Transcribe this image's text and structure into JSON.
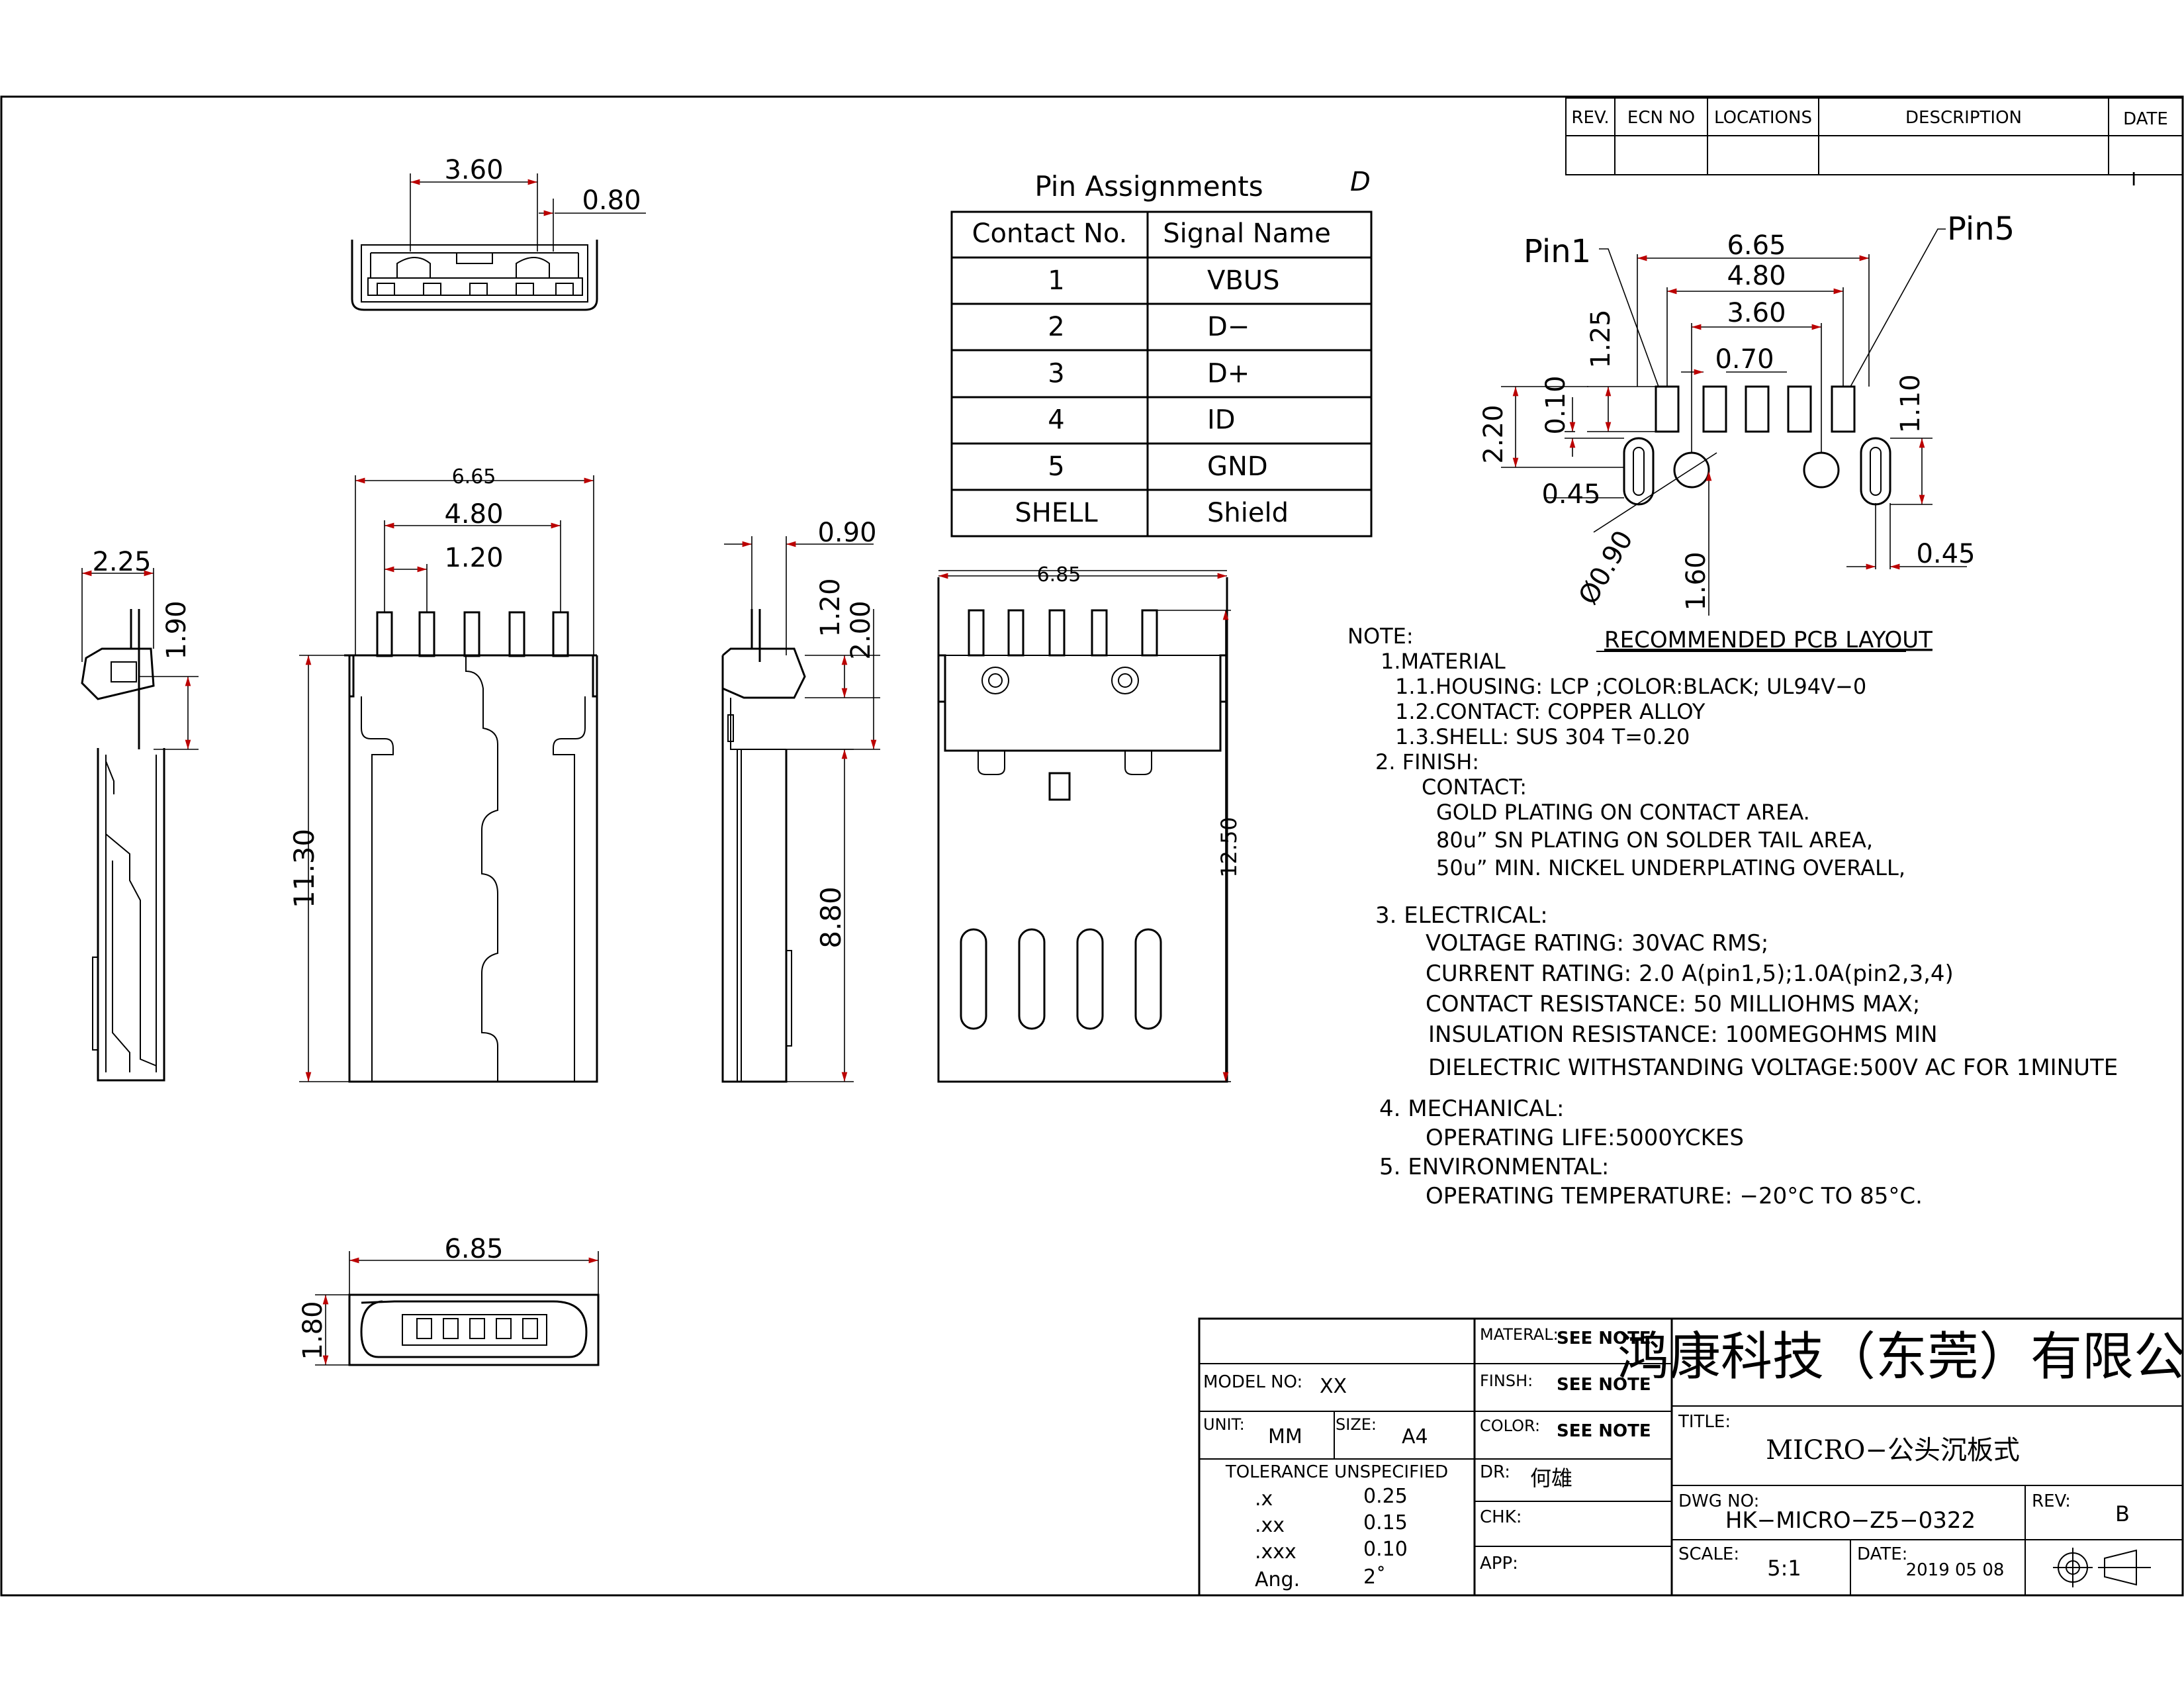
{
  "revision_block": {
    "headers": [
      "REV.",
      "ECN NO",
      "LOCATIONS",
      "DESCRIPTION",
      "DATE"
    ],
    "mark": "I"
  },
  "pin_table": {
    "title": "Pin Assignments",
    "corner_mark": "D",
    "col_contact": "Contact No.",
    "col_signal": "Signal Name",
    "rows": [
      {
        "contact": "1",
        "signal": "VBUS"
      },
      {
        "contact": "2",
        "signal": "D−"
      },
      {
        "contact": "3",
        "signal": "D+"
      },
      {
        "contact": "4",
        "signal": "ID"
      },
      {
        "contact": "5",
        "signal": "GND"
      },
      {
        "contact": "SHELL",
        "signal": "Shield"
      }
    ]
  },
  "top_view": {
    "dim_width": "3.60",
    "dim_gap": "0.80"
  },
  "side_view_left": {
    "dim_width": "2.25",
    "dim_height": "1.90"
  },
  "front_view": {
    "dim_total": "6.65",
    "dim_outer": "4.80",
    "dim_pitch": "1.20",
    "dim_height": "11.30"
  },
  "side_view_mid": {
    "dim_thick": "0.90",
    "dim_a": "1.20",
    "dim_b": "2.00",
    "dim_height": "8.80"
  },
  "back_view": {
    "dim_width": "6.85",
    "dim_height": "12.50"
  },
  "end_view": {
    "dim_width": "6.85",
    "dim_height": "1.80"
  },
  "pcb_layout": {
    "pin1": "Pin1",
    "pin5": "Pin5",
    "dims": {
      "d665": "6.65",
      "d480": "4.80",
      "d360": "3.60",
      "d070": "0.70",
      "d125": "1.25",
      "d010": "0.10",
      "d220": "2.20",
      "d110": "1.10",
      "d045a": "0.45",
      "d090": "Ø0.90",
      "d160": "1.60",
      "d045b": "0.45"
    },
    "caption": "RECOMMENDED PCB LAYOUT"
  },
  "notes": [
    "NOTE:",
    "1.MATERIAL",
    "1.1.HOUSING:  LCP  ;COLOR:BLACK;  UL94V−0",
    "1.2.CONTACT:  COPPER  ALLOY",
    "1.3.SHELL:  SUS  304  T=0.20",
    "2.  FINISH:",
    "CONTACT:",
    "GOLD  PLATING  ON  CONTACT  AREA.",
    "80u”  SN  PLATING  ON  SOLDER  TAIL  AREA,",
    "50u”  MIN.  NICKEL  UNDERPLATING  OVERALL,",
    "3.  ELECTRICAL:",
    "VOLTAGE  RATING:  30VAC  RMS;",
    "CURRENT  RATING:  2.0  A(pin1,5);1.0A(pin2,3,4)",
    "CONTACT  RESISTANCE:  50  MILLIOHMS  MAX;",
    "INSULATION  RESISTANCE:  100MEGOHMS  MIN",
    "DIELECTRIC  WITHSTANDING  VOLTAGE:500V  AC  FOR  1MINUTE",
    "4.  MECHANICAL:",
    "OPERATING  LIFE:5000YCKES",
    "5.  ENVIRONMENTAL:",
    "OPERATING  TEMPERATURE:  −20°C  TO  85°C."
  ],
  "title_block": {
    "material_label": "MATERAL:",
    "material_value": "SEE NOTE",
    "finish_label": "FINSH:",
    "finish_value": "SEE NOTE",
    "color_label": "COLOR:",
    "color_value": "SEE NOTE",
    "model_label": "MODEL NO:",
    "model_value": "XX",
    "unit_label": "UNIT:",
    "unit_value": "MM",
    "size_label": "SIZE:",
    "size_value": "A4",
    "tolerance_title": "TOLERANCE  UNSPECIFIED",
    "tolerances": [
      {
        "k": ".x",
        "v": "0.25"
      },
      {
        "k": ".xx",
        "v": "0.15"
      },
      {
        "k": ".xxx",
        "v": "0.10"
      },
      {
        "k": "Ang.",
        "v": "2˚"
      }
    ],
    "dr_label": "DR:",
    "dr_value": "何雄",
    "chk_label": "CHK:",
    "app_label": "APP:",
    "company": "鸿康科技（东莞）有限公司",
    "title_label": "TITLE:",
    "title_value": "MICRO−公头沉板式",
    "dwg_label": "DWG NO:",
    "dwg_value": "HK−MICRO−Z5−0322",
    "rev_label": "REV:",
    "rev_value": "B",
    "scale_label": "SCALE:",
    "scale_value": "5:1",
    "date_label": "DATE:",
    "date_value": "2019  05  08"
  }
}
